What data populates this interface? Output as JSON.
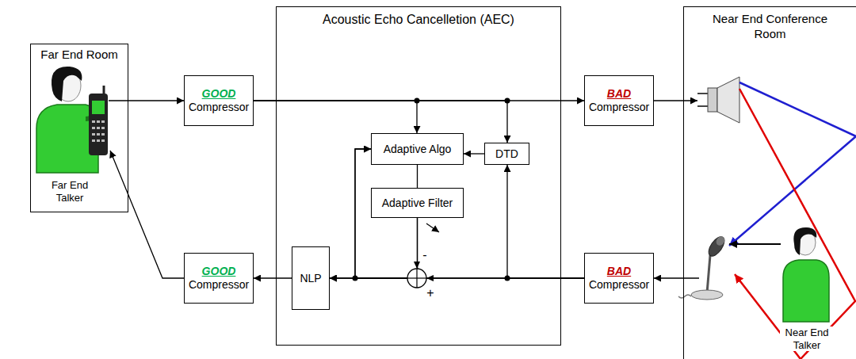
{
  "diagram": {
    "nodes": [
      {
        "text": [
          "Far End Room"
        ]
      },
      {
        "text": [
          "GOOD",
          "Compressor"
        ]
      },
      {
        "text": [
          "Acoustic Echo Cancelletion (AEC)"
        ]
      },
      {
        "text": [
          "Adaptive Algo"
        ],
        "in": 2
      },
      {
        "text": [
          "DTD"
        ],
        "in": 2
      },
      {
        "text": [
          "Adaptive Filter"
        ],
        "in": 2
      },
      {
        "text": [
          "NLP"
        ],
        "in": 2
      },
      {
        "text": [
          "BAD",
          "Compressor"
        ]
      },
      {
        "text": [
          "Near End Conference Room"
        ]
      },
      {
        "text": [
          "GOOD",
          "Compressor"
        ]
      },
      {
        "text": [
          "BAD",
          "Compressor"
        ]
      }
    ],
    "edges": [
      {
        "from": 0,
        "to": 1,
        "arrow": "to"
      },
      {
        "from": 1,
        "to": 7,
        "arrow": "to"
      },
      {
        "from": 1,
        "to": 3,
        "arrow": "to"
      },
      {
        "from": 1,
        "to": 4,
        "arrow": "to"
      },
      {
        "from": 7,
        "to": 8,
        "arrow": "to"
      },
      {
        "from": 4,
        "to": 3,
        "arrow": "to"
      },
      {
        "from": 3,
        "to": 5,
        "arrow": "none"
      },
      {
        "from": 5,
        "to": 6,
        "arrow": "to"
      },
      {
        "from": 10,
        "to": 6,
        "arrow": "to"
      },
      {
        "from": 10,
        "to": 4,
        "arrow": "to"
      },
      {
        "from": 10,
        "to": 3,
        "arrow": "to"
      },
      {
        "from": 5,
        "to": 3,
        "arrow": "to"
      },
      {
        "from": 6,
        "to": 9,
        "arrow": "to"
      },
      {
        "from": 9,
        "to": 0,
        "arrow": "to"
      },
      {
        "from": 8,
        "to": 10,
        "arrow": "to"
      }
    ],
    "labels": [
      "Far End Talker",
      "Near End Talker",
      "-",
      "+"
    ]
  }
}
